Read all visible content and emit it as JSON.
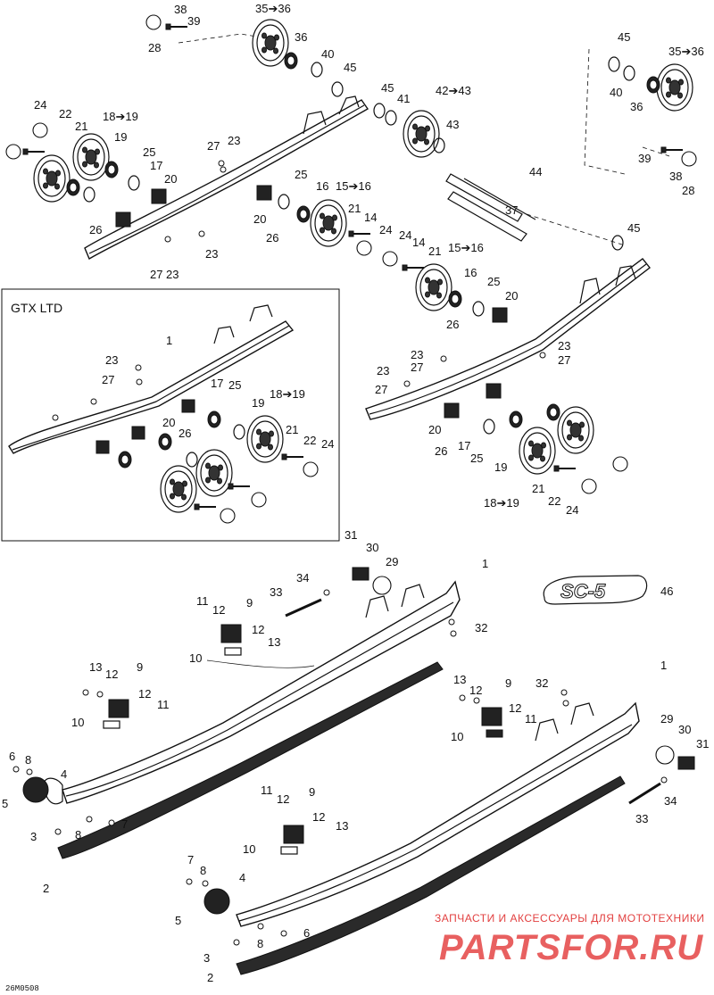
{
  "inset_title": "GTX LTD",
  "drawing_code": "26M0508",
  "watermark": {
    "tagline": "ЗАПЧАСТИ И АКСЕССУАРЫ ДЛЯ МОТОТЕХНИКИ",
    "logo": "PARTSFOR.RU"
  },
  "callouts": {
    "c1": "1",
    "c2": "2",
    "c3": "3",
    "c4": "4",
    "c5": "5",
    "c6": "6",
    "c7": "7",
    "c8": "8",
    "c9": "9",
    "c10": "10",
    "c11": "11",
    "c12": "12",
    "c13": "13",
    "c14": "14",
    "c15_16": "15➔16",
    "c16": "16",
    "c17": "17",
    "c18_19": "18➔19",
    "c19": "19",
    "c20": "20",
    "c21": "21",
    "c22": "22",
    "c23": "23",
    "c24": "24",
    "c25": "25",
    "c26": "26",
    "c27": "27",
    "c28": "28",
    "c29": "29",
    "c30": "30",
    "c31": "31",
    "c32": "32",
    "c33": "33",
    "c34": "34",
    "c35_36": "35➔36",
    "c36": "36",
    "c37": "37",
    "c38": "38",
    "c39": "39",
    "c40": "40",
    "c41": "41",
    "c42_43": "42➔43",
    "c43": "43",
    "c44": "44",
    "c45": "45",
    "c46": "46"
  },
  "emblem_text": "SC-5"
}
